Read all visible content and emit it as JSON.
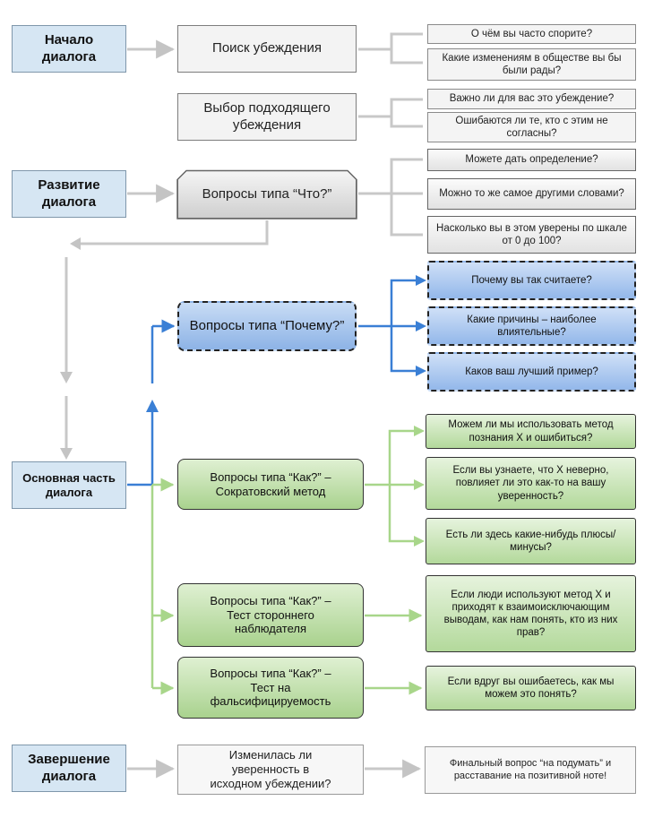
{
  "stages": {
    "start": "Начало диалога",
    "development": "Развитие диалога",
    "main": "Основная часть диалога",
    "end": "Завершение диалога"
  },
  "steps": {
    "search": "Поиск убеждения",
    "choose": "Выбор подходящего убеждения",
    "what": "Вопросы типа “Что?”",
    "why": "Вопросы типа “Почему?”",
    "how_socratic": "Вопросы типа “Как?” – Сократовский метод",
    "how_observer": "Вопросы типа “Как?” – Тест стороннего наблюдателя",
    "how_falsifiability": "Вопросы типа “Как?” – Тест на фальсифицируемость",
    "confidence": "Изменилась ли уверенность в исходном убеждении?"
  },
  "questions": {
    "search": [
      "О чём вы часто спорите?",
      "Какие изменениям в обществе вы бы были рады?"
    ],
    "choose": [
      "Важно ли для вас это убеждение?",
      "Ошибаются ли те, кто с этим не согласны?"
    ],
    "what": [
      "Можете дать определение?",
      "Можно то же самое другими словами?",
      "Насколько вы в этом уверены по шкале от 0 до 100?"
    ],
    "why": [
      "Почему вы так считаете?",
      "Какие причины – наиболее влиятельные?",
      "Каков ваш лучший пример?"
    ],
    "how_socratic": [
      "Можем ли мы использовать метод познания Х и ошибиться?",
      "Если вы узнаете, что Х неверно, повлияет ли это как-то на вашу уверенность?",
      "Есть ли здесь какие-нибудь плюсы/минусы?"
    ],
    "how_observer": [
      "Если люди используют метод Х и приходят к взаимоисключающим выводам, как нам понять, кто из них прав?"
    ],
    "how_falsifiability": [
      "Если вдруг вы ошибаетесь, как мы можем это понять?"
    ],
    "final": [
      "Финальный вопрос “на подумать” и расставание на позитивной ноте!"
    ]
  },
  "colors": {
    "grey_arrow": "#c8c8c8",
    "blue_arrow": "#3a7fd5",
    "green_arrow": "#a8d68a",
    "stage_fill": "#d6e6f3"
  }
}
